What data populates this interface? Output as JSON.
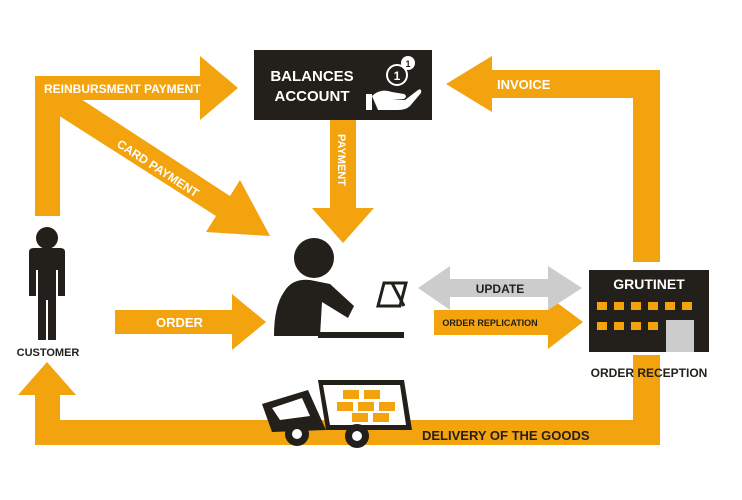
{
  "colors": {
    "orange": "#F3A30D",
    "dark": "#231F1A",
    "gray": "#CCCCCC",
    "white": "#FFFFFF"
  },
  "balances": {
    "line1": "BALANCES",
    "line2": "ACCOUNT",
    "icon": "hand-coins-icon",
    "coin1": "1",
    "coin2": "1"
  },
  "flows": {
    "reimbursement": "REINBURSMENT PAYMENT",
    "card_payment": "CARD PAYMENT",
    "payment": "PAYMENT",
    "invoice": "INVOICE",
    "order": "ORDER",
    "update": "UPDATE",
    "order_replication": "ORDER REPLICATION",
    "delivery": "DELIVERY OF THE GOODS"
  },
  "nodes": {
    "customer": "CUSTOMER",
    "order_reception": "ORDER RECEPTION",
    "brand": "GRUTINET"
  }
}
